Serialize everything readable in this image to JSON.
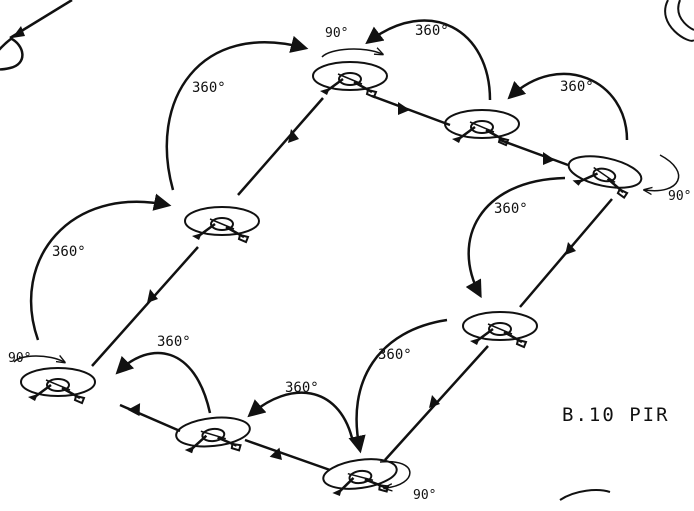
{
  "diagram": {
    "caption": "B.10 PIR",
    "turn_labels": {
      "rotation_360": "360°",
      "rotation_90": "90°"
    },
    "colors": {
      "ink": "#111111",
      "background": "#ffffff"
    }
  }
}
